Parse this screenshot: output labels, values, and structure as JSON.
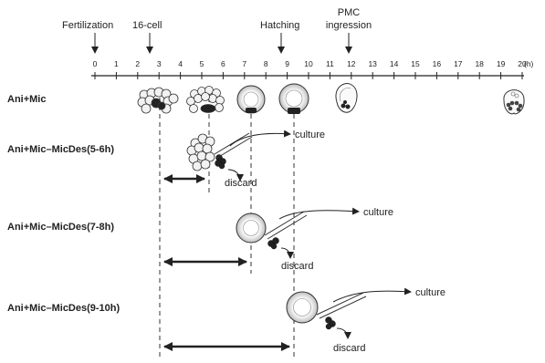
{
  "events": [
    {
      "id": "fertilization",
      "label": "Fertilization"
    },
    {
      "id": "sixteen-cell",
      "label": "16-cell"
    },
    {
      "id": "hatching",
      "label": "Hatching"
    },
    {
      "id": "pmc",
      "label_line1": "PMC",
      "label_line2": "ingression"
    }
  ],
  "timeline": {
    "unit_label": "(h)",
    "ticks": [
      "0",
      "1",
      "2",
      "3",
      "4",
      "5",
      "6",
      "7",
      "8",
      "9",
      "10",
      "11",
      "12",
      "13",
      "14",
      "15",
      "16",
      "17",
      "18",
      "19",
      "20"
    ]
  },
  "rows": [
    {
      "id": "control",
      "label": "Ani+Mic"
    },
    {
      "id": "des-5-6",
      "label": "Ani+Mic–MicDes(5-6h)",
      "culture": "culture",
      "discard": "discard"
    },
    {
      "id": "des-7-8",
      "label": "Ani+Mic–MicDes(7-8h)",
      "culture": "culture",
      "discard": "discard"
    },
    {
      "id": "des-9-10",
      "label": "Ani+Mic–MicDes(9-10h)",
      "culture": "culture",
      "discard": "discard"
    }
  ]
}
